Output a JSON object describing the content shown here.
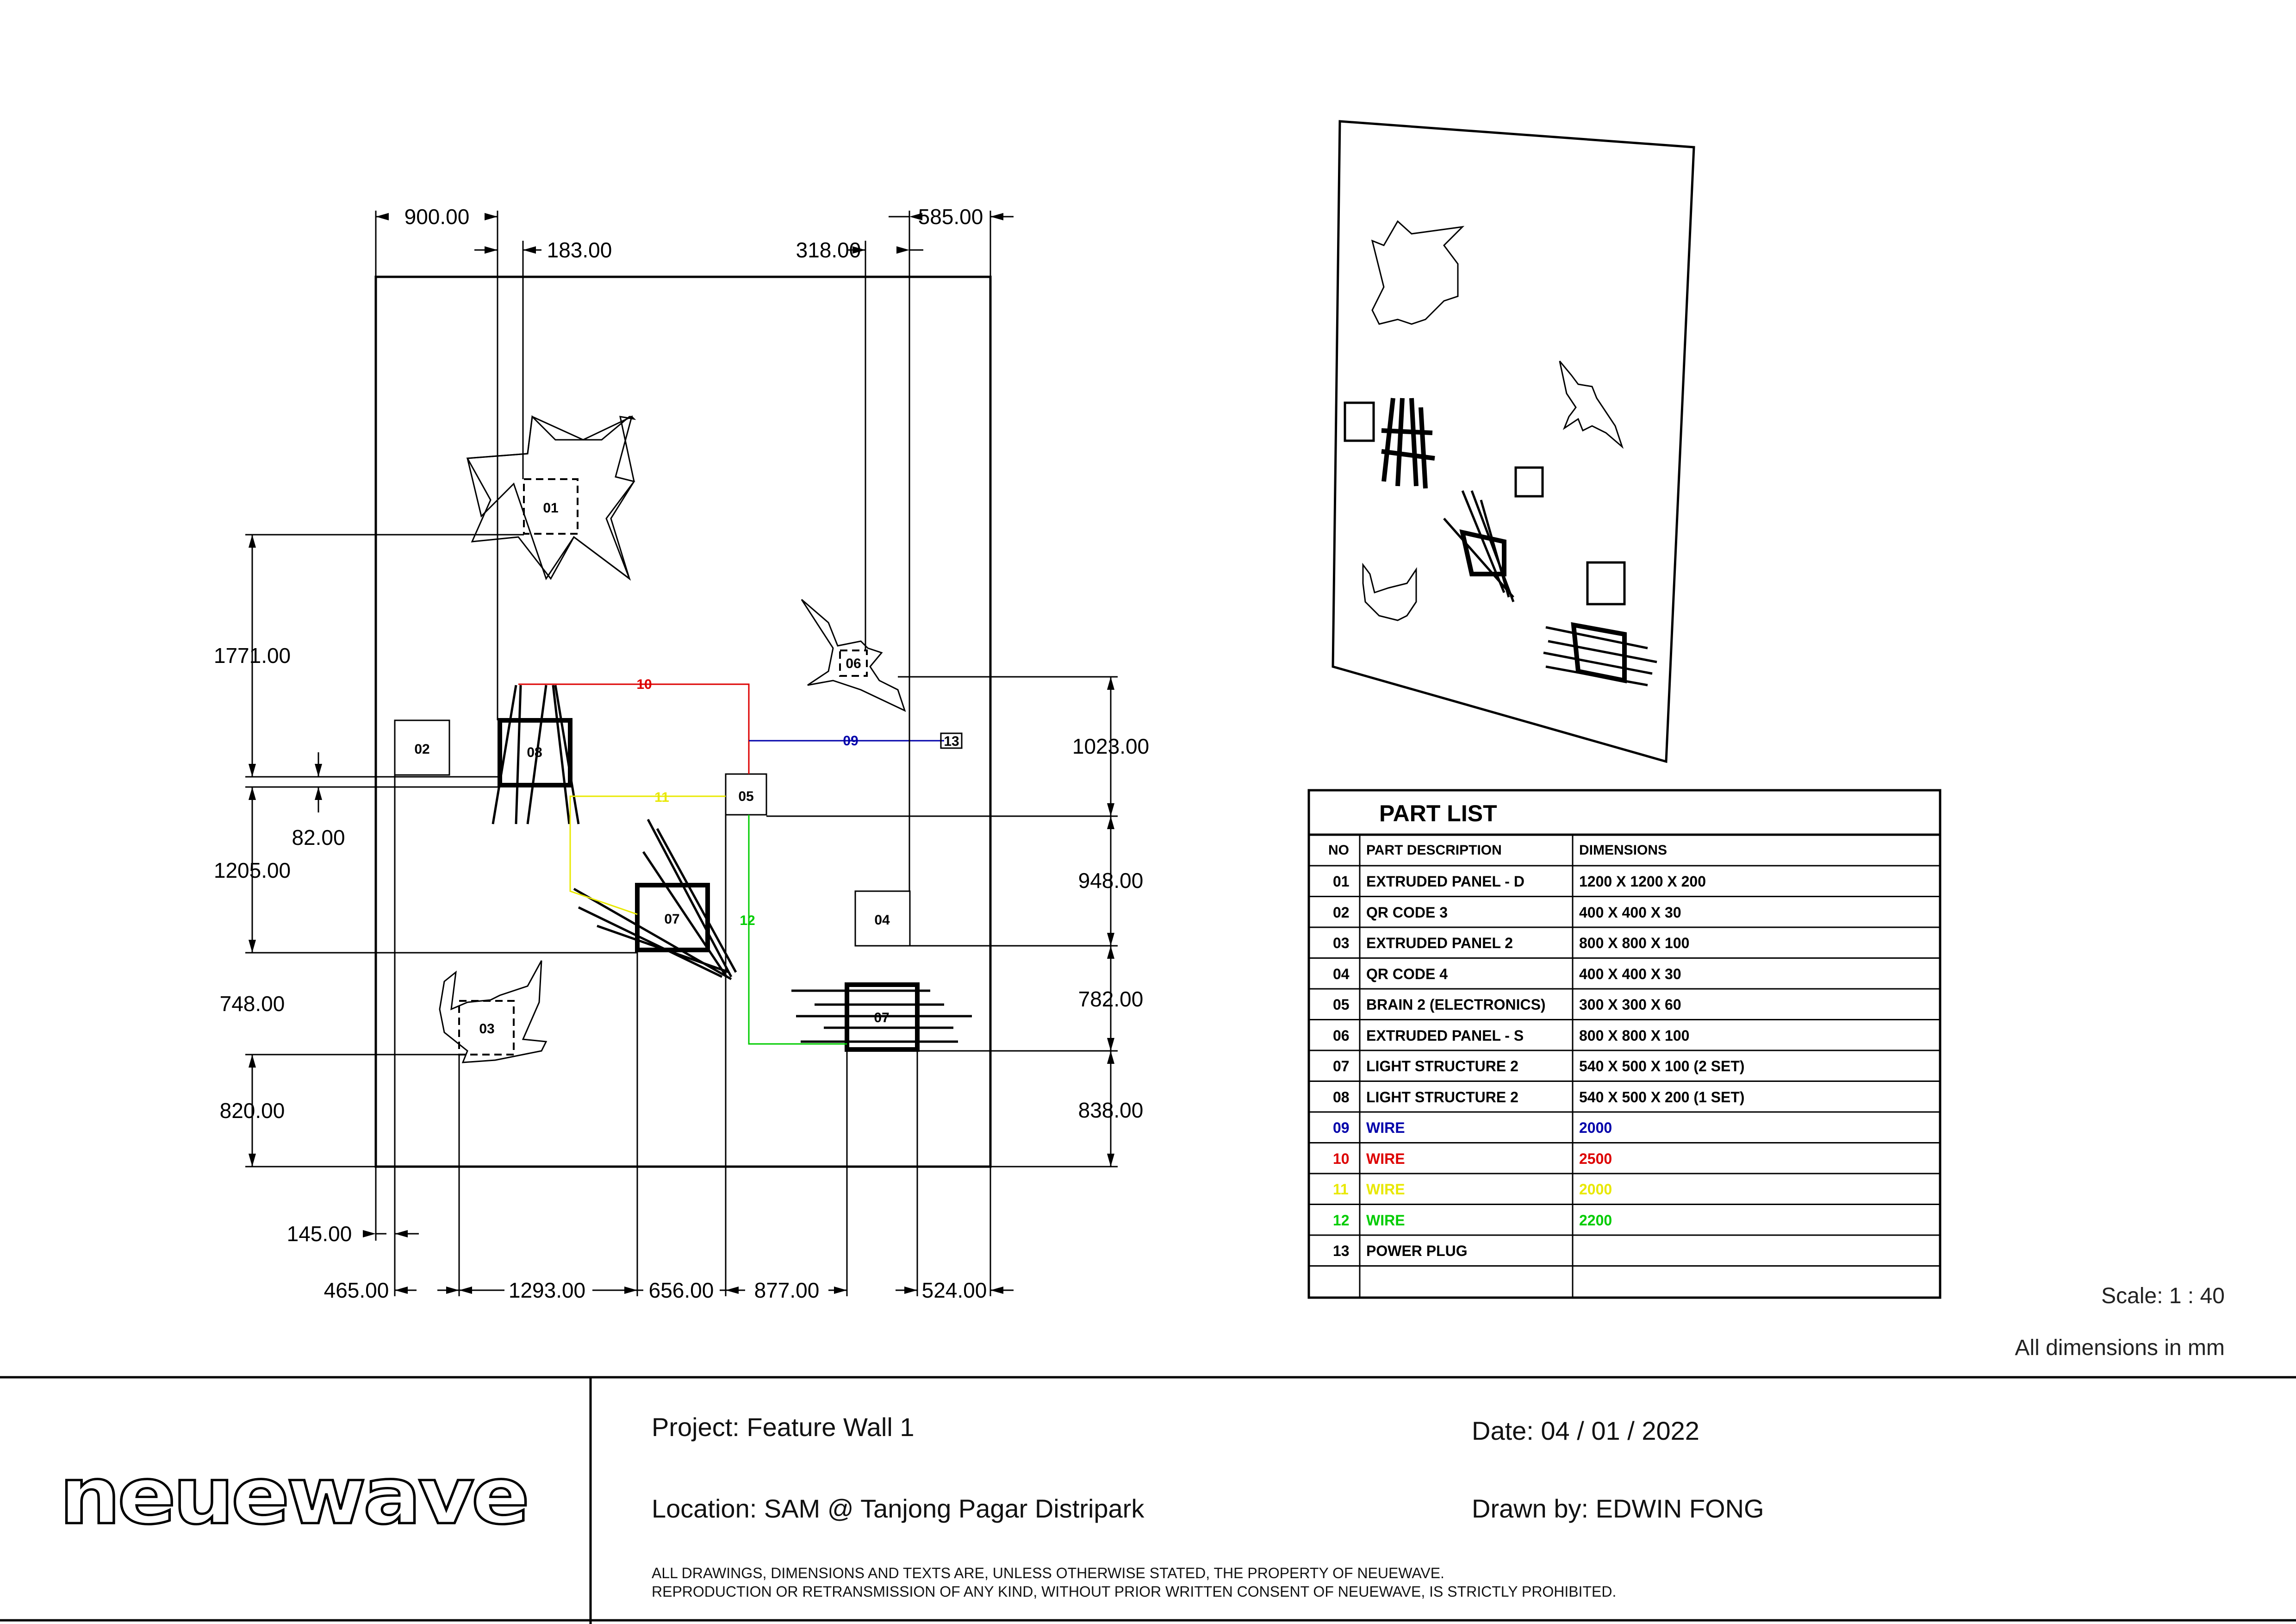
{
  "drawing": {
    "component_tags": [
      "01",
      "02",
      "03",
      "04",
      "05",
      "06",
      "07",
      "08",
      "07"
    ],
    "wire_tags": [
      {
        "text": "09",
        "color": "#0000aa"
      },
      {
        "text": "10",
        "color": "#dd0000"
      },
      {
        "text": "11",
        "color": "#e8e800"
      },
      {
        "text": "12",
        "color": "#00cc00"
      },
      {
        "text": "13",
        "color": "#000000"
      }
    ],
    "dimensions": {
      "top_900": "900.00",
      "top_183": "183.00",
      "top_318": "318.00",
      "top_585": "585.00",
      "left_1771": "1771.00",
      "left_82": "82.00",
      "left_1205": "1205.00",
      "left_748": "748.00",
      "left_820": "820.00",
      "right_1023": "1023.00",
      "right_948": "948.00",
      "right_782": "782.00",
      "right_838": "838.00",
      "bottom_145": "145.00",
      "bottom_465": "465.00",
      "bottom_1293": "1293.00",
      "bottom_656": "656.00",
      "bottom_877": "877.00",
      "bottom_524": "524.00"
    }
  },
  "part_list": {
    "title": "PART LIST",
    "headers": [
      "NO",
      "PART DESCRIPTION",
      "DIMENSIONS"
    ],
    "rows": [
      {
        "no": "01",
        "desc": "EXTRUDED PANEL - D",
        "dim": "1200 X 1200 X 200",
        "color": "#000000"
      },
      {
        "no": "02",
        "desc": "QR CODE 3",
        "dim": "400 X 400 X 30",
        "color": "#000000"
      },
      {
        "no": "03",
        "desc": "EXTRUDED PANEL 2",
        "dim": "800 X 800 X 100",
        "color": "#000000"
      },
      {
        "no": "04",
        "desc": "QR CODE 4",
        "dim": "400 X 400 X 30",
        "color": "#000000"
      },
      {
        "no": "05",
        "desc": "BRAIN 2 (ELECTRONICS)",
        "dim": "300 X 300 X 60",
        "color": "#000000"
      },
      {
        "no": "06",
        "desc": "EXTRUDED PANEL - S",
        "dim": "800 X 800 X 100",
        "color": "#000000"
      },
      {
        "no": "07",
        "desc": "LIGHT STRUCTURE 2",
        "dim": "540 X 500 X 100 (2 SET)",
        "color": "#000000"
      },
      {
        "no": "08",
        "desc": "LIGHT STRUCTURE 2",
        "dim": "540 X 500 X 200 (1 SET)",
        "color": "#000000"
      },
      {
        "no": "09",
        "desc": "WIRE",
        "dim": "2000",
        "color": "#0000aa"
      },
      {
        "no": "10",
        "desc": "WIRE",
        "dim": "2500",
        "color": "#dd0000"
      },
      {
        "no": "11",
        "desc": "WIRE",
        "dim": "2000",
        "color": "#e8e800"
      },
      {
        "no": "12",
        "desc": "WIRE",
        "dim": "2200",
        "color": "#00cc00"
      },
      {
        "no": "13",
        "desc": "POWER PLUG",
        "dim": "",
        "color": "#000000"
      }
    ]
  },
  "notes": {
    "scale": "Scale: 1 : 40",
    "units": "All dimensions in mm"
  },
  "title_block": {
    "logo_text": "neuewave",
    "project": "Project: Feature Wall 1",
    "date": "Date: 04 / 01 / 2022",
    "location": "Location: SAM @ Tanjong Pagar Distripark",
    "drawn_by": "Drawn by: EDWIN FONG",
    "legal_line_1": "ALL DRAWINGS, DIMENSIONS AND TEXTS ARE, UNLESS OTHERWISE STATED, THE PROPERTY OF NEUEWAVE.",
    "legal_line_2": "REPRODUCTION OR RETRANSMISSION OF ANY KIND, WITHOUT PRIOR WRITTEN CONSENT OF NEUEWAVE, IS STRICTLY PROHIBITED."
  }
}
